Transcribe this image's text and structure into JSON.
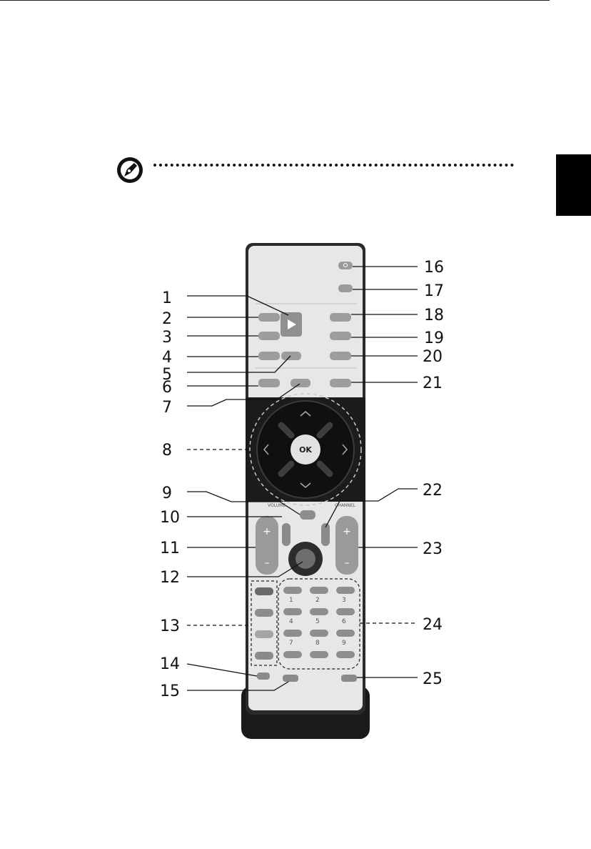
{
  "callouts": [
    "1",
    "2",
    "3",
    "4",
    "5",
    "6",
    "7",
    "8",
    "9",
    "10",
    "11",
    "12",
    "13",
    "14",
    "15",
    "16",
    "17",
    "18",
    "19",
    "20",
    "21",
    "22",
    "23",
    "24",
    "25"
  ],
  "remote": {
    "ok_label": "OK",
    "volume_label": "VOLUME",
    "channel_label": "CHANNEL",
    "digits": [
      "1",
      "2",
      "3",
      "4",
      "5",
      "6",
      "7",
      "8",
      "9"
    ]
  },
  "icons": {
    "note": "note-pen-icon",
    "power": "power-icon",
    "play": "play-icon"
  }
}
